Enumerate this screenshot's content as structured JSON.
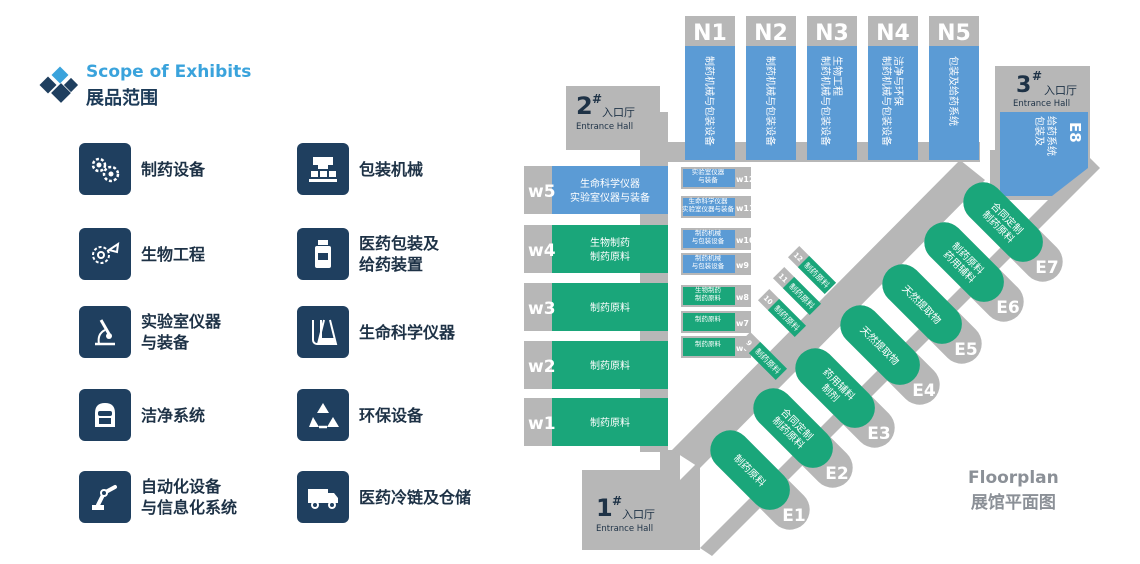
{
  "header": {
    "title_en": "Scope of Exhibits",
    "title_cn": "展品范围"
  },
  "categories": [
    {
      "label": "制药设备",
      "icon": "gears-icon"
    },
    {
      "label": "包装机械",
      "icon": "packaging-machine-icon"
    },
    {
      "label": "生物工程",
      "icon": "bioengineering-icon"
    },
    {
      "label": "医药包装及\n给药装置",
      "icon": "medicine-bottle-icon"
    },
    {
      "label": "实验室仪器\n与装备",
      "icon": "microscope-icon"
    },
    {
      "label": "生命科学仪器",
      "icon": "test-tubes-icon"
    },
    {
      "label": "洁净系统",
      "icon": "cleanroom-mask-icon"
    },
    {
      "label": "环保设备",
      "icon": "recycle-icon"
    },
    {
      "label": "自动化设备\n与信息化系统",
      "icon": "robot-arm-icon"
    },
    {
      "label": "医药冷链及仓储",
      "icon": "cold-chain-truck-icon"
    }
  ],
  "floorplan": {
    "title_en": "Floorplan",
    "title_cn": "展馆平面图",
    "entrances": [
      {
        "number": "1",
        "mark": "#",
        "cn": "入口厅",
        "en": "Entrance Hall"
      },
      {
        "number": "2",
        "mark": "#",
        "cn": "入口厅",
        "en": "Entrance Hall"
      },
      {
        "number": "3",
        "mark": "#",
        "cn": "入口厅",
        "en": "Entrance Hall"
      }
    ],
    "north_halls": [
      {
        "code": "N1",
        "text": "制药机械与包装设备"
      },
      {
        "code": "N2",
        "text": "制药机械与包装设备"
      },
      {
        "code": "N3",
        "text": "制药机械与包装设备\n生物工程"
      },
      {
        "code": "N4",
        "text": "制药机械与包装设备\n洁净与环保"
      },
      {
        "code": "N5",
        "text": "包装及给药系统"
      }
    ],
    "e8": {
      "code": "E8",
      "text": "包装及\n给药系统"
    },
    "west_halls": [
      {
        "code": "w5",
        "text": "生命科学仪器\n实验室仪器与装备"
      },
      {
        "code": "w4",
        "text": "生物制药\n制药原料"
      },
      {
        "code": "w3",
        "text": "制药原料"
      },
      {
        "code": "w2",
        "text": "制药原料"
      },
      {
        "code": "w1",
        "text": "制药原料"
      }
    ],
    "small_halls": [
      {
        "code": "w12",
        "text": "实验室仪器\n与装备"
      },
      {
        "code": "w11",
        "text": "生命科学仪器\n实验室仪器与装备"
      },
      {
        "code": "w10",
        "text": "制药机械\n与包装设备"
      },
      {
        "code": "w9",
        "text": "制药机械\n与包装设备"
      },
      {
        "code": "w8",
        "text": "生物制药\n制药原料"
      },
      {
        "code": "w7",
        "text": "制药原料"
      },
      {
        "code": "w6",
        "text": "制药原料"
      }
    ],
    "diag_small": [
      {
        "code": "12",
        "text": "制药原料"
      },
      {
        "code": "11",
        "text": "制药原料"
      },
      {
        "code": "10",
        "text": "制药原料"
      },
      {
        "code": "9",
        "text": "制药原料"
      }
    ],
    "east_halls": [
      {
        "code": "E1",
        "text": "制药原料"
      },
      {
        "code": "E2",
        "text": "合同定制\n制药原料"
      },
      {
        "code": "E3",
        "text": "药用辅料\n制剂"
      },
      {
        "code": "E4",
        "text": "天然提取物"
      },
      {
        "code": "E5",
        "text": "天然提取物"
      },
      {
        "code": "E6",
        "text": "制药原料\n药用辅料"
      },
      {
        "code": "E7",
        "text": "合同定制\n制药原料"
      }
    ]
  },
  "colors": {
    "navy": "#1f3f5f",
    "blue": "#5b9bd5",
    "green": "#1aa67a",
    "gray": "#aaaaaa",
    "accent": "#3aa3dc"
  }
}
